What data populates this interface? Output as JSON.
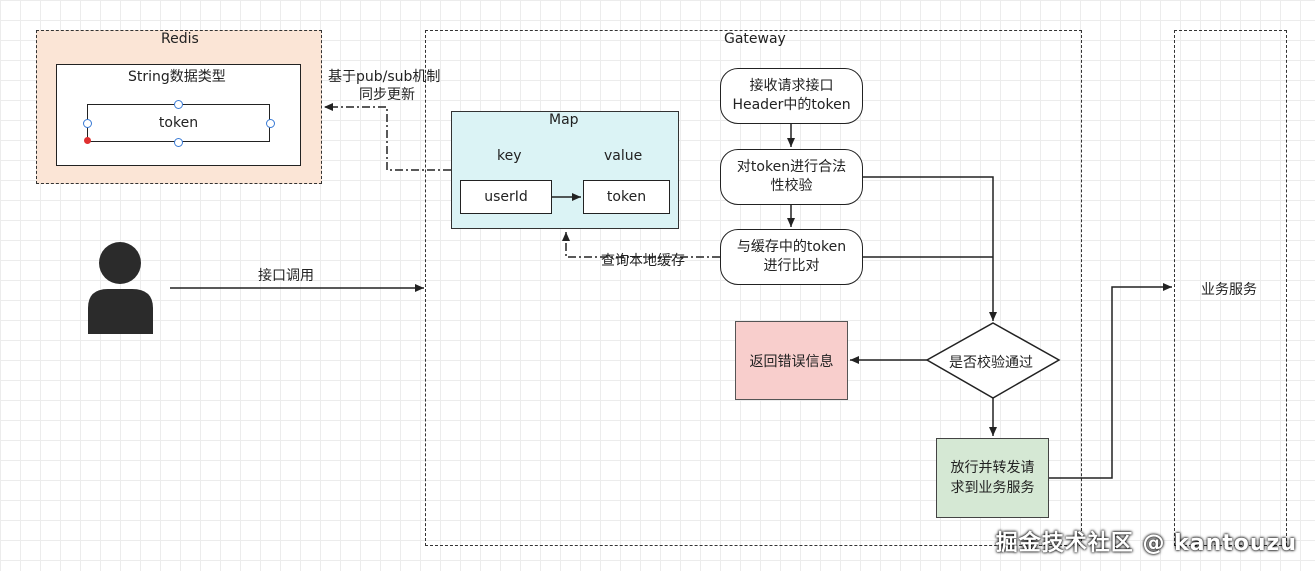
{
  "redis": {
    "title": "Redis",
    "string_type": "String数据类型",
    "token": "token"
  },
  "sync_note": {
    "line1": "基于pub/sub机制",
    "line2": "同步更新"
  },
  "user": {
    "call_label": "接口调用"
  },
  "gateway": {
    "title": "Gateway",
    "map": {
      "title": "Map",
      "key_header": "key",
      "value_header": "value",
      "key": "userId",
      "value": "token"
    },
    "query_label": "查询本地缓存",
    "steps": {
      "receive": {
        "line1": "接收请求接口",
        "line2": "Header中的token"
      },
      "validate": {
        "line1": "对token进行合法",
        "line2": "性校验"
      },
      "compare": {
        "line1": "与缓存中的token",
        "line2": "进行比对"
      }
    },
    "decision": "是否校验通过",
    "error": "返回错误信息",
    "forward": {
      "line1": "放行并转发请",
      "line2": "求到业务服务"
    }
  },
  "service": {
    "title": "业务服务"
  },
  "watermark": "掘金技术社区 @ kantouzu",
  "colors": {
    "redis_bg": "#fbe5d6",
    "map_bg": "#dbf3f5",
    "error_bg": "#f8cecc",
    "forward_bg": "#d5e8d4"
  }
}
